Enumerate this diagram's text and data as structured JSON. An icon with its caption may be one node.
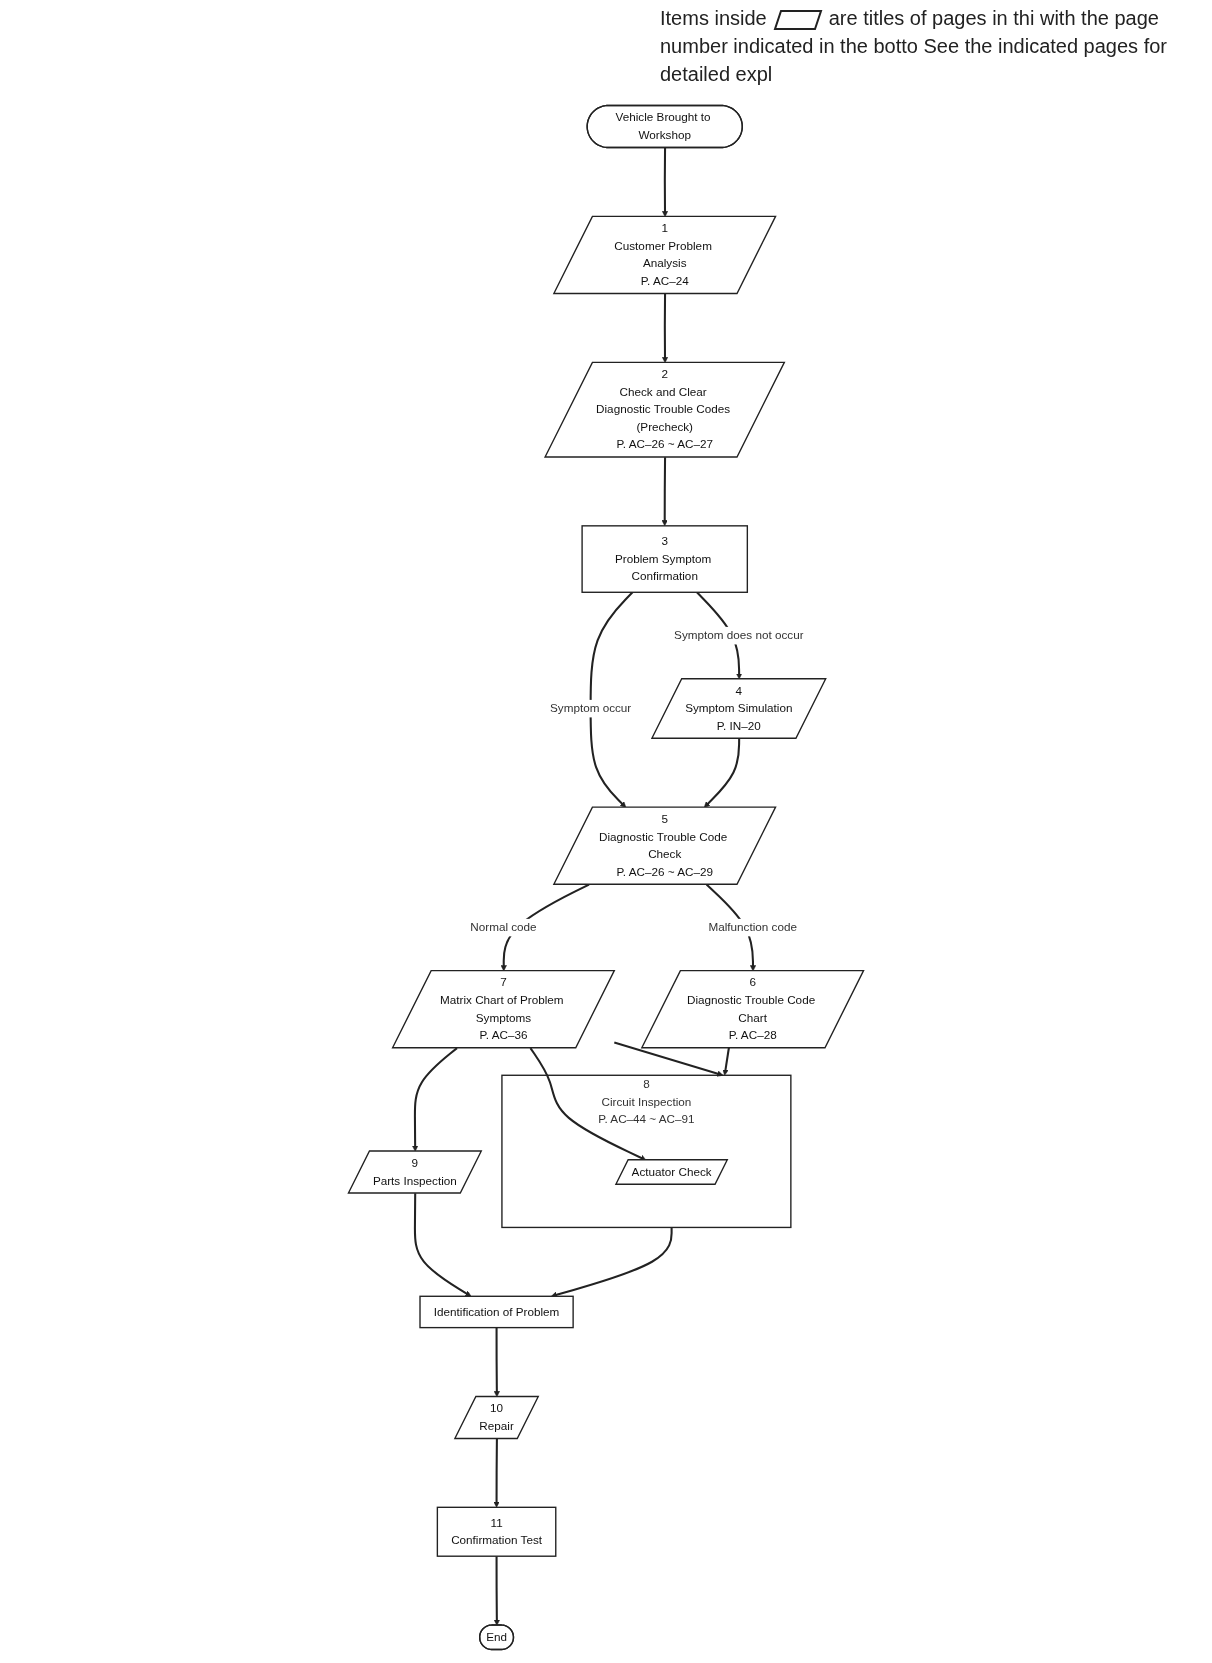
{
  "diagram": {
    "nodes": [
      {
        "text": [
          "Vehicle Brought to Workshop"
        ]
      },
      {
        "text": [
          "1",
          "Customer Problem Analysis",
          "P. AC–24"
        ]
      },
      {
        "text": [
          "2",
          "Check and Clear Diagnostic Trouble Codes (Precheck)",
          "P. AC–26 ~ AC–27"
        ]
      },
      {
        "text": [
          "3",
          "Problem Symptom Confirmation"
        ]
      },
      {
        "text": [
          "4",
          "Symptom Simulation",
          "P. IN–20"
        ]
      },
      {
        "text": [
          "5",
          "Diagnostic Trouble Code Check",
          "P. AC–26 ~ AC–29"
        ]
      },
      {
        "text": [
          "6",
          "Diagnostic Trouble Code Chart",
          "P. AC–28"
        ]
      },
      {
        "text": [
          "7",
          "Matrix Chart of Problem Symptoms",
          "P. AC–36"
        ]
      },
      {
        "text": [
          "8",
          "Circuit Inspection",
          "P. AC–44 ~ AC–91"
        ]
      },
      {
        "text": [
          "Actuator Check"
        ],
        "in": 8
      },
      {
        "text": [
          "9",
          "Parts Inspection"
        ]
      },
      {
        "text": [
          "Identification of Problem"
        ]
      },
      {
        "text": [
          "10",
          "Repair"
        ]
      },
      {
        "text": [
          "11",
          "Confirmation Test"
        ]
      },
      {
        "text": [
          "End"
        ]
      }
    ],
    "edges": [
      {
        "from": 0,
        "to": 1,
        "arrow": "to"
      },
      {
        "from": 1,
        "to": 2,
        "arrow": "to"
      },
      {
        "from": 2,
        "to": 3,
        "arrow": "to"
      },
      {
        "from": 3,
        "to": 4,
        "arrow": "to",
        "label": "Symptom does not occur"
      },
      {
        "from": 3,
        "to": 5,
        "arrow": "to",
        "label": "Symptom occur"
      },
      {
        "from": 4,
        "to": 5,
        "arrow": "to"
      },
      {
        "from": 5,
        "to": 6,
        "arrow": "to",
        "label": "Malfunction code"
      },
      {
        "from": 5,
        "to": 7,
        "arrow": "to",
        "label": "Normal code"
      },
      {
        "from": 6,
        "to": 8,
        "arrow": "to"
      },
      {
        "from": 7,
        "to": 8,
        "arrow": "to"
      },
      {
        "from": 7,
        "to": 9,
        "arrow": "to"
      },
      {
        "from": 7,
        "to": 10,
        "arrow": "to"
      },
      {
        "from": 8,
        "to": 11,
        "arrow": "to"
      },
      {
        "from": 10,
        "to": 11,
        "arrow": "to"
      },
      {
        "from": 11,
        "to": 12,
        "arrow": "to"
      },
      {
        "from": 12,
        "to": 13,
        "arrow": "to"
      },
      {
        "from": 13,
        "to": 14,
        "arrow": "to"
      }
    ],
    "labels": [
      "Items inside",
      "are titles of pages in thi with the page number indicated in the botto See the indicated pages for detailed expl"
    ]
  }
}
